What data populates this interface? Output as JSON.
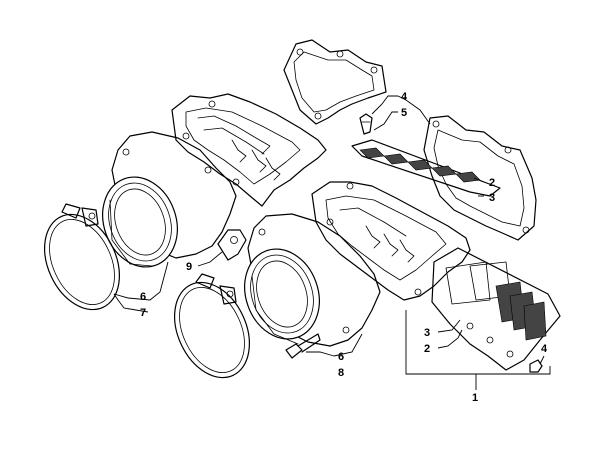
{
  "callouts": [
    {
      "id": "c4a",
      "text": "4"
    },
    {
      "id": "c5",
      "text": "5"
    },
    {
      "id": "c2a",
      "text": "2"
    },
    {
      "id": "c3a",
      "text": "3"
    },
    {
      "id": "c9",
      "text": "9"
    },
    {
      "id": "c6a",
      "text": "6"
    },
    {
      "id": "c7",
      "text": "7"
    },
    {
      "id": "c3b",
      "text": "3"
    },
    {
      "id": "c2b",
      "text": "2"
    },
    {
      "id": "c4b",
      "text": "4"
    },
    {
      "id": "c6b",
      "text": "6"
    },
    {
      "id": "c8",
      "text": "8"
    },
    {
      "id": "c1",
      "text": "1"
    }
  ]
}
